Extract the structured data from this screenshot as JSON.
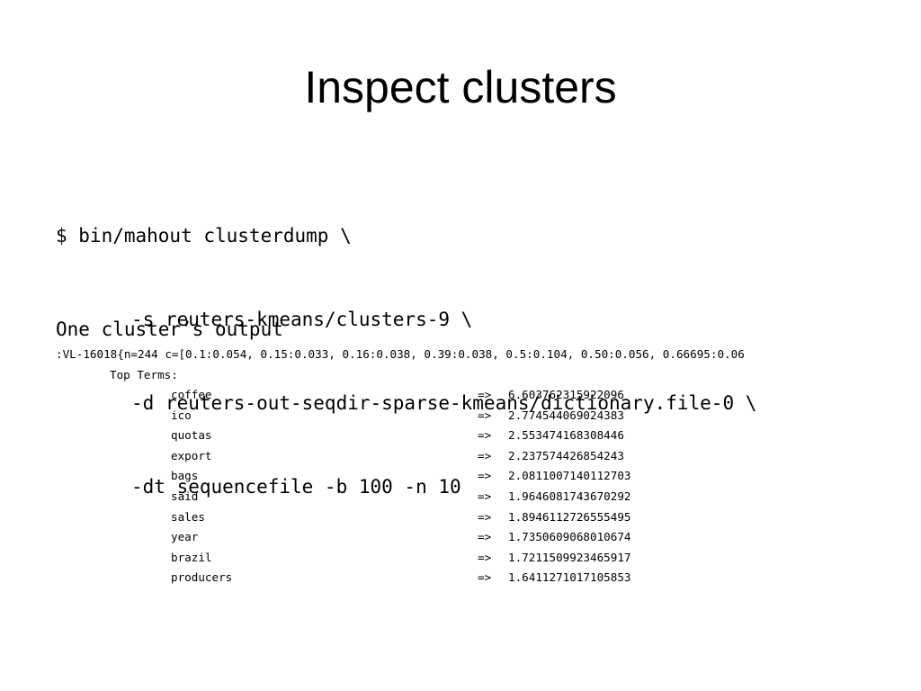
{
  "slide": {
    "title": "Inspect clusters"
  },
  "command": {
    "lines": [
      "$ bin/mahout clusterdump \\",
      "-s reuters-kmeans/clusters-9 \\",
      "-d reuters-out-seqdir-sparse-kmeans/dictionary.file-0 \\",
      "-dt sequencefile -b 100 -n 10"
    ]
  },
  "output": {
    "heading": "One cluster’s output",
    "cluster_line": ":VL-16018{n=244 c=[0.1:0.054, 0.15:0.033, 0.16:0.038, 0.39:0.038, 0.5:0.104, 0.50:0.056, 0.66695:0.06",
    "top_terms_label": "Top Terms:",
    "terms": [
      {
        "term": "coffee",
        "arrow": "=>",
        "weight": "6.603762315922096"
      },
      {
        "term": "ico",
        "arrow": "=>",
        "weight": "2.774544069024383"
      },
      {
        "term": "quotas",
        "arrow": "=>",
        "weight": "2.553474168308446"
      },
      {
        "term": "export",
        "arrow": "=>",
        "weight": "2.237574426854243"
      },
      {
        "term": "bags",
        "arrow": "=>",
        "weight": "2.0811007140112703"
      },
      {
        "term": "said",
        "arrow": "=>",
        "weight": "1.9646081743670292"
      },
      {
        "term": "sales",
        "arrow": "=>",
        "weight": "1.8946112726555495"
      },
      {
        "term": "year",
        "arrow": "=>",
        "weight": "1.7350609068010674"
      },
      {
        "term": "brazil",
        "arrow": "=>",
        "weight": "1.7211509923465917"
      },
      {
        "term": "producers",
        "arrow": "=>",
        "weight": "1.6411271017105853"
      }
    ]
  }
}
